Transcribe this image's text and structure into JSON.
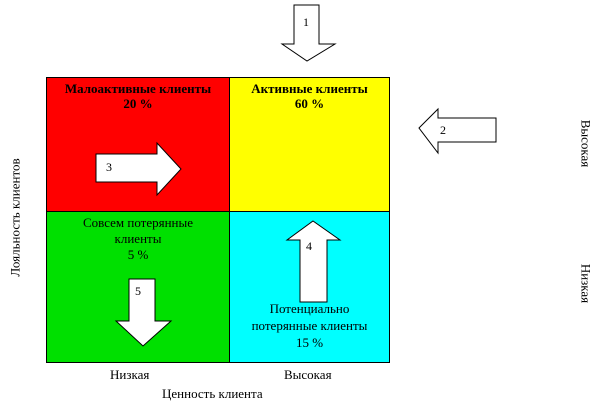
{
  "colors": {
    "q1": "#ff0000",
    "q2": "#ffff00",
    "q3": "#00e000",
    "q4": "#00ffff"
  },
  "quadrants": {
    "q1": {
      "title": "Малоактивные клиенты",
      "value": "20 %"
    },
    "q2": {
      "title": "Активные клиенты",
      "value": "60 %"
    },
    "q3": {
      "line1": "Совсем потерянные",
      "line2": "клиенты",
      "value": "5 %"
    },
    "q4": {
      "line1": "Потенциально",
      "line2": "потерянные клиенты",
      "value": "15 %"
    }
  },
  "arrows": {
    "a1": "1",
    "a2": "2",
    "a3": "3",
    "a4": "4",
    "a5": "5"
  },
  "axes": {
    "x_title": "Ценность клиента",
    "x_low": "Низкая",
    "x_high": "Высокая",
    "y_title": "Лояльность клиентов",
    "y_high": "Высокая",
    "y_low": "Низкая"
  }
}
